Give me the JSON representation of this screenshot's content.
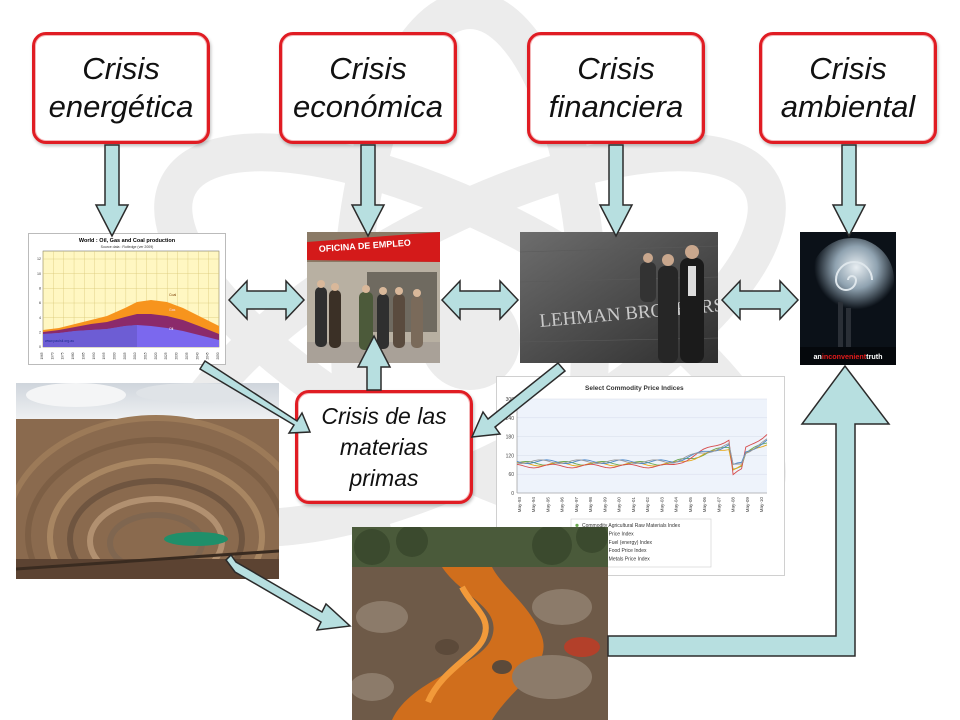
{
  "crises": {
    "energetica": "Crisis energética",
    "economica": "Crisis económica",
    "financiera": "Crisis financiera",
    "ambiental": "Crisis ambiental",
    "materias": "Crisis de las materias primas"
  },
  "oil_chart": {
    "title": "World : Oil, Gas and Coal production",
    "subtitle": "Source data : Rutledge (ver 2009)",
    "label_coal": "Coal",
    "label_gas": "Gas",
    "label_oil": "Oil",
    "footer": "www.paulsil.org.au",
    "y_ticks": [
      "0",
      "2",
      "4",
      "6",
      "8",
      "10",
      "12"
    ],
    "x_ticks": [
      "1965",
      "1970",
      "1975",
      "1980",
      "1985",
      "1990",
      "1995",
      "2000",
      "2005",
      "2010",
      "2015",
      "2020",
      "2025",
      "2030",
      "2035",
      "2040",
      "2045",
      "2050"
    ]
  },
  "office": {
    "sign": "OFICINA DE EMPLEO"
  },
  "lehman": {
    "sign": "LEHMAN BROTHERS"
  },
  "movie": {
    "prefix": "an",
    "middle": "inconvenient",
    "suffix": "truth"
  },
  "commodity_chart": {
    "title": "Select Commodity Price Indices",
    "y_ticks": [
      "0",
      "60",
      "120",
      "180",
      "240",
      "300"
    ],
    "x_ticks": [
      "May-93",
      "May-94",
      "May-95",
      "May-96",
      "May-97",
      "May-98",
      "May-99",
      "May-00",
      "May-01",
      "May-02",
      "May-03",
      "May-04",
      "May-05",
      "May-06",
      "May-07",
      "May-08",
      "May-09",
      "May-10"
    ],
    "legend": [
      "Commodity Agricultural Raw Materials Index",
      "Commodity Price Index",
      "Commodity Fuel (energy) Index",
      "Commodity Food Price Index",
      "Commodity Metals Price Index"
    ]
  },
  "colors": {
    "box_border": "#e01c23",
    "arrow_fill": "#b7dfe0",
    "arrow_stroke": "#2b2b2b",
    "coal": "#f7941d",
    "gas": "#8b2a6b",
    "oil": "#6a5acd"
  }
}
